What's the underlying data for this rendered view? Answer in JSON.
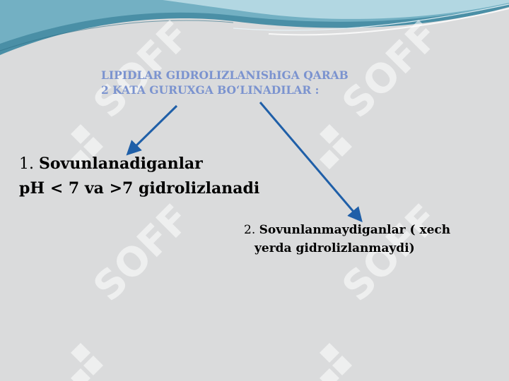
{
  "slide": {
    "title_line1": "LIPIDLAR  GIDROLIZLANIShIGA  QARAB",
    "title_line2": "2 KATA GURUXGA BO‘LINADILAR :",
    "item1": {
      "number": "1.",
      "label": "Sovunlanadiganlar",
      "detail": "pH < 7 va >7 gidrolizlanadi"
    },
    "item2": {
      "number": "2.",
      "label": "Sovunlanmaydiganlar ( xech",
      "label_cont": "yerda gidrolizlanmaydi)"
    },
    "watermark": "SOFF",
    "colors": {
      "background": "#dadbdc",
      "title": "#7b93cf",
      "arrow": "#1f5fa8",
      "watermark": "#ffffff",
      "wave_dark": "#4a90a8"
    }
  }
}
